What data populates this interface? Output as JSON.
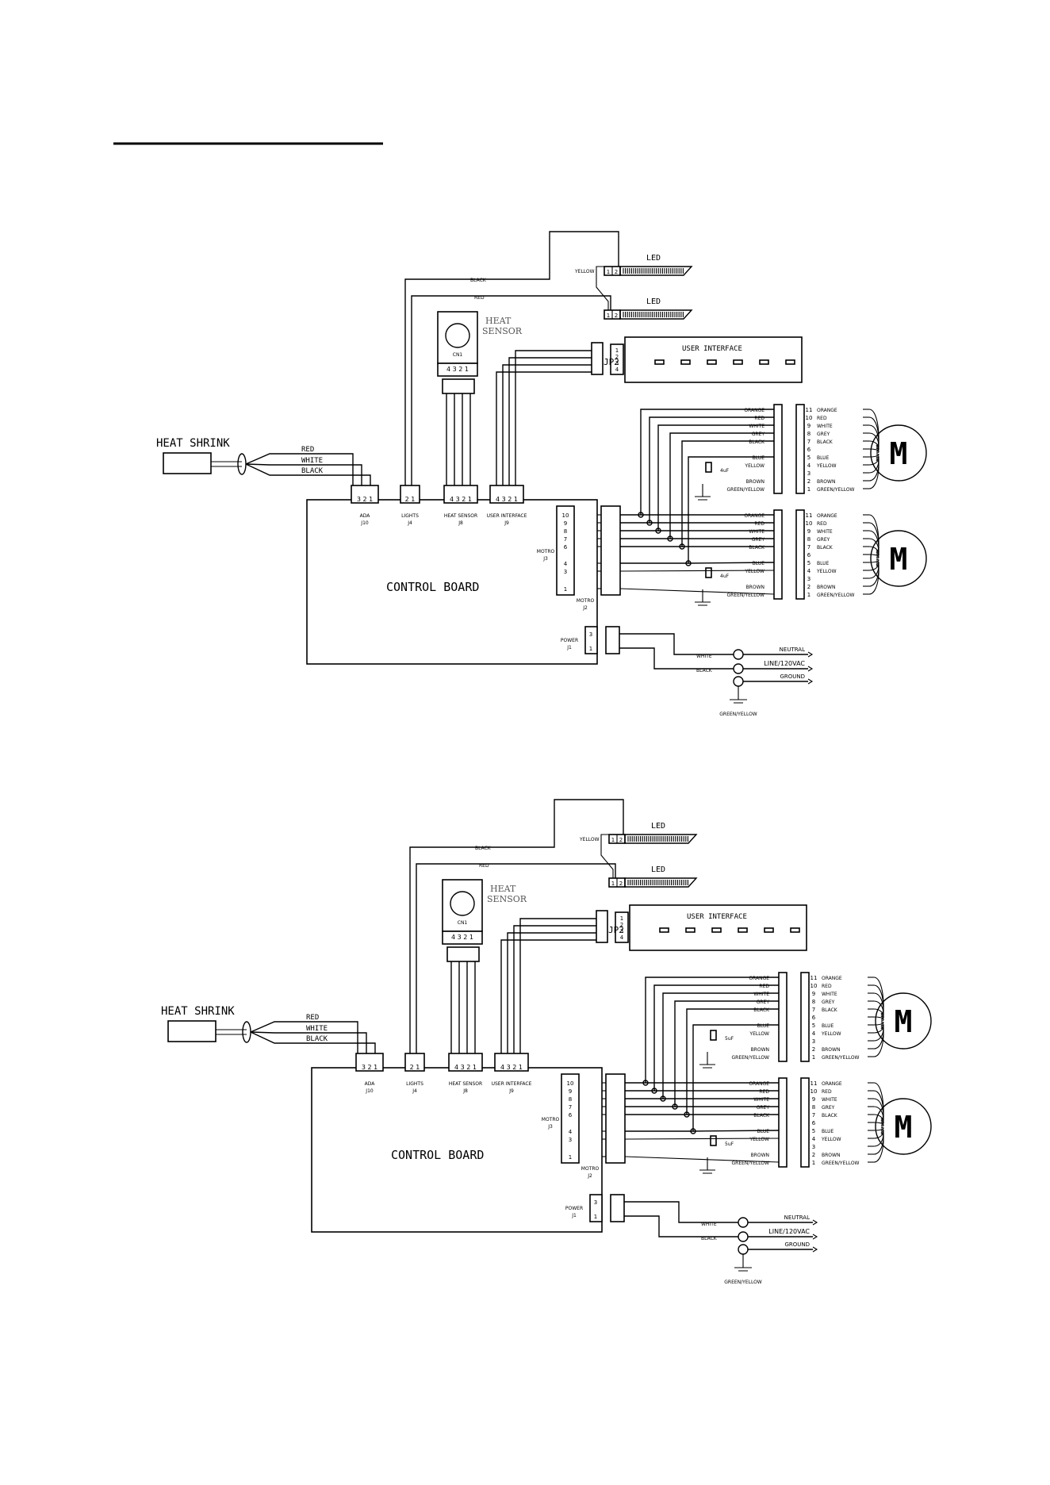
{
  "diagrams": [
    {
      "heat_shrink": "HEAT SHRINK",
      "wires_in": [
        "RED",
        "WHITE",
        "BLACK"
      ],
      "black_label": "BLACK",
      "red_label": "RED",
      "yellow_label": "YELLOW",
      "led_label": "LED",
      "led_pins": [
        "1",
        "2"
      ],
      "heat_sensor": "HEAT SENSOR",
      "sensor_code": "CN1",
      "sensor_pins": "4 3 2 1",
      "user_interface": "USER INTERFACE",
      "jp2": "JP2",
      "jp2_pins": [
        "1",
        "2",
        "3",
        "4"
      ],
      "control_board": "CONTROL BOARD",
      "conn_ada": "ADA",
      "conn_j10": "J10",
      "conn_j10_pins": "3 2 1",
      "conn_lights": "LIGHTS",
      "conn_j4": "J4",
      "conn_j4_pins": "2 1",
      "conn_heat": "HEAT SENSOR",
      "conn_j8": "J8",
      "conn_j8_pins": "4 3 2 1",
      "conn_ui": "USER INTERFACE",
      "conn_j9": "J9",
      "conn_j9_pins": "4 3 2 1",
      "motro": "MOTRO",
      "j3": "J3",
      "j2": "J2",
      "power": "POWER",
      "j1": "J1",
      "board_pins_j3": [
        "10",
        "9",
        "8",
        "7",
        "6",
        "4",
        "3",
        "1"
      ],
      "board_pins_j1": [
        "3",
        "1"
      ],
      "motor_wires": [
        "ORANGE",
        "RED",
        "WHITE",
        "GREY",
        "BLACK",
        "",
        "BLUE",
        "YELLOW",
        "",
        "BROWN",
        "GREEN/YELLOW"
      ],
      "motor_pins": [
        "11",
        "10",
        "9",
        "8",
        "7",
        "6",
        "5",
        "4",
        "3",
        "2",
        "1"
      ],
      "cap": "4uF",
      "motor_symbol": "M",
      "power_wires": [
        "WHITE",
        "BLACK"
      ],
      "neutral": "NEUTRAL",
      "line": "LINE/120VAC",
      "ground": "GROUND",
      "gy": "GREEN/YELLOW"
    },
    {
      "heat_shrink": "HEAT SHRINK",
      "wires_in": [
        "RED",
        "WHITE",
        "BLACK"
      ],
      "black_label": "BLACK",
      "red_label": "RED",
      "yellow_label": "YELLOW",
      "led_label": "LED",
      "led_pins": [
        "1",
        "2"
      ],
      "heat_sensor": "HEAT SENSOR",
      "sensor_code": "CN1",
      "sensor_pins": "4 3 2 1",
      "user_interface": "USER INTERFACE",
      "jp2": "JP2",
      "jp2_pins": [
        "1",
        "2",
        "3",
        "4"
      ],
      "control_board": "CONTROL BOARD",
      "conn_ada": "ADA",
      "conn_j10": "J10",
      "conn_j10_pins": "3 2 1",
      "conn_lights": "LIGHTS",
      "conn_j4": "J4",
      "conn_j4_pins": "2 1",
      "conn_heat": "HEAT SENSOR",
      "conn_j8": "J8",
      "conn_j8_pins": "4 3 2 1",
      "conn_ui": "USER INTERFACE",
      "conn_j9": "J9",
      "conn_j9_pins": "4 3 2 1",
      "motro": "MOTRO",
      "j3": "J3",
      "j2": "J2",
      "power": "POWER",
      "j1": "J1",
      "board_pins_j3": [
        "10",
        "9",
        "8",
        "7",
        "6",
        "4",
        "3",
        "1"
      ],
      "board_pins_j1": [
        "3",
        "1"
      ],
      "motor_wires": [
        "ORANGE",
        "RED",
        "WHITE",
        "GREY",
        "BLACK",
        "",
        "BLUE",
        "YELLOW",
        "",
        "BROWN",
        "GREEN/YELLOW"
      ],
      "motor_pins": [
        "11",
        "10",
        "9",
        "8",
        "7",
        "6",
        "5",
        "4",
        "3",
        "2",
        "1"
      ],
      "cap": "5uF",
      "motor_symbol": "M",
      "power_wires": [
        "WHITE",
        "BLACK"
      ],
      "neutral": "NEUTRAL",
      "line": "LINE/120VAC",
      "ground": "GROUND",
      "gy": "GREEN/YELLOW"
    }
  ]
}
